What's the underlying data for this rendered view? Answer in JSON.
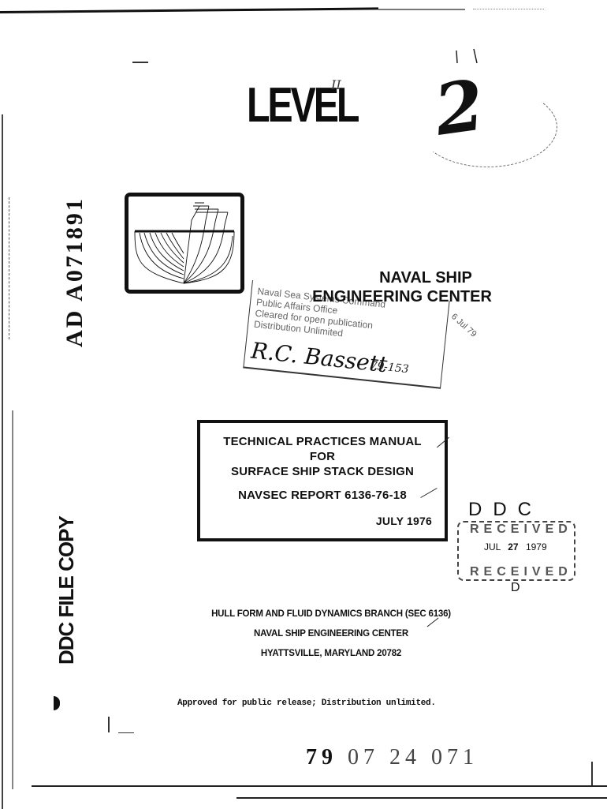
{
  "page": {
    "type": "scanned report cover page"
  },
  "header": {
    "level_stamp": "LEVEL",
    "level_annotation": "II",
    "handwritten_mark": "2"
  },
  "accession": {
    "vertical_number": "AD A071891",
    "file_copy_label": "DDC FILE COPY"
  },
  "logo": {
    "icon": "ship-hull-lines-icon"
  },
  "organization": {
    "line1": "NAVAL SHIP",
    "line2": "ENGINEERING CENTER"
  },
  "routing_stamp": {
    "lines": [
      "Naval Sea Systems Command",
      "Public Affairs Office",
      "Cleared for open publication",
      "Distribution Unlimited"
    ],
    "signature": "R.C. Bassett",
    "number": "79-153",
    "side_note": "6 Jul 79"
  },
  "title_block": {
    "line1": "TECHNICAL PRACTICES MANUAL",
    "line2": "FOR",
    "line3": "SURFACE SHIP STACK DESIGN",
    "report": "NAVSEC REPORT 6136-76-18",
    "date": "JULY 1976"
  },
  "ddc_stamp": {
    "title": "DDC",
    "word_top": "RECEIVED",
    "date": {
      "month": "JUL",
      "day": "27",
      "year": "1979"
    },
    "word_bottom": "RECEIVED",
    "letter": "D"
  },
  "branch": {
    "line1": "HULL FORM AND FLUID DYNAMICS BRANCH (SEC 6136)",
    "line2": "NAVAL SHIP ENGINEERING CENTER",
    "line3": "HYATTSVILLE, MARYLAND  20782"
  },
  "distribution": {
    "statement": "Approved for public release; Distribution unlimited."
  },
  "footer": {
    "code_bold": "79",
    "code_rest": "07 24 071"
  }
}
